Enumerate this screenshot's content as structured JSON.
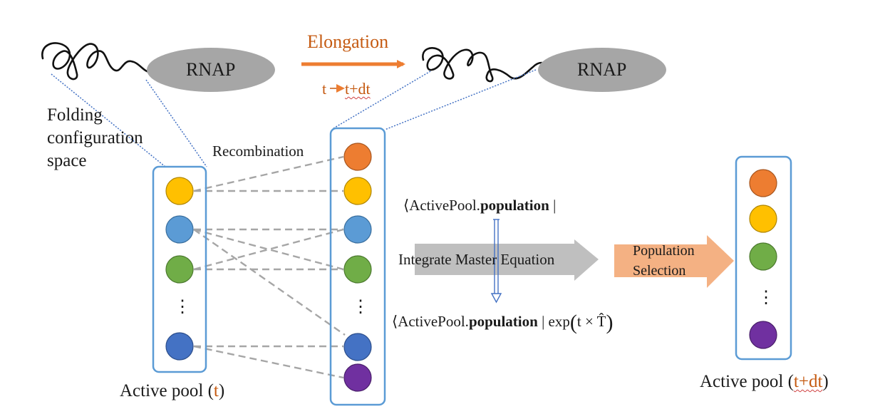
{
  "colors": {
    "pool_border": "#5b9bd5",
    "rnap_fill": "#a6a6a6",
    "elongation_arrow": "#ed7d31",
    "integrate_arrow": "#bfbfbf",
    "selection_arrow": "#f4b183",
    "dashed_line": "#a6a6a6",
    "dotted_line": "#4472c4",
    "orange_text": "#c55a11"
  },
  "circle_colors": {
    "orange": "#ed7d31",
    "yellow": "#ffc000",
    "light_blue": "#5b9bd5",
    "green": "#70ad47",
    "dark_blue": "#4472c4",
    "purple": "#7030a0"
  },
  "top": {
    "rnap_left": "RNAP",
    "rnap_right": "RNAP",
    "elongation": "Elongation",
    "time_from": "t",
    "time_to": "t+dt"
  },
  "labels": {
    "folding_line1": "Folding",
    "folding_line2": "configuration",
    "folding_line3": "space",
    "recombination": "Recombination",
    "eq_top_prefix": "⟨ActivePool.",
    "eq_top_bold": "population",
    "eq_top_suffix": " |",
    "integrate": "Integrate Master Equation",
    "eq_bottom_prefix": "⟨ActivePool.",
    "eq_bottom_bold": "population",
    "eq_bottom_suffix": " | exp",
    "eq_bottom_arg": "t × T̂",
    "selection_line1": "Population",
    "selection_line2": "Selection",
    "pool_left_prefix": "Active pool (",
    "pool_left_time": "t",
    "pool_left_suffix": ")",
    "pool_right_prefix": "Active pool (",
    "pool_right_time": "t+dt",
    "pool_right_suffix": ")",
    "ellipsis": "⋮"
  },
  "pools": {
    "left": [
      "yellow",
      "light_blue",
      "green",
      "ellipsis",
      "dark_blue"
    ],
    "middle": [
      "orange",
      "yellow",
      "light_blue",
      "green",
      "ellipsis",
      "dark_blue",
      "purple"
    ],
    "right": [
      "orange",
      "yellow",
      "green",
      "ellipsis",
      "purple"
    ]
  }
}
